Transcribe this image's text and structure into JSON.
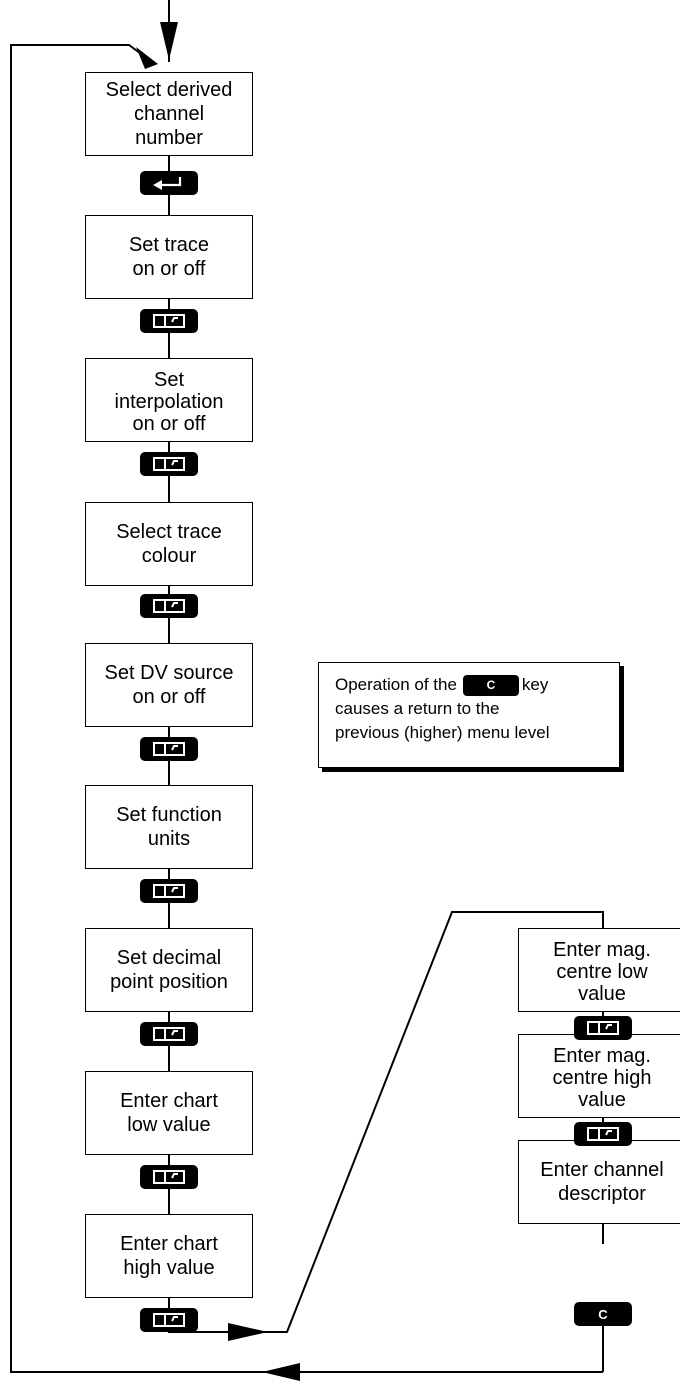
{
  "flow_left": [
    {
      "id": "select-derived-channel",
      "text": "Select derived\nchannel\nnumber",
      "key": "enter"
    },
    {
      "id": "set-trace",
      "text": "Set trace\non or off",
      "key": "page"
    },
    {
      "id": "set-interpolation",
      "text": "Set\ninterpolation\non or off",
      "key": "page"
    },
    {
      "id": "select-trace-colour",
      "text": "Select trace\ncolour",
      "key": "page"
    },
    {
      "id": "set-dv-source",
      "text": "Set DV source\non or off",
      "key": "page"
    },
    {
      "id": "set-function-units",
      "text": "Set function\nunits",
      "key": "page"
    },
    {
      "id": "set-decimal-point",
      "text": "Set decimal\npoint position",
      "key": "page"
    },
    {
      "id": "enter-chart-low",
      "text": "Enter chart\nlow value",
      "key": "page"
    },
    {
      "id": "enter-chart-high",
      "text": "Enter chart\nhigh value",
      "key": "page"
    }
  ],
  "flow_right": [
    {
      "id": "enter-mag-centre-low",
      "text": "Enter mag.\ncentre low\nvalue",
      "key": "page"
    },
    {
      "id": "enter-mag-centre-high",
      "text": "Enter mag.\ncentre high\nvalue",
      "key": "page"
    },
    {
      "id": "enter-channel-descriptor",
      "text": "Enter channel\ndescriptor",
      "key": "clear"
    }
  ],
  "keys": {
    "clear_label": "C"
  },
  "note": {
    "line1_before": "Operation of the",
    "line1_after": "key",
    "line2": "causes a return to the",
    "line3": "previous (higher) menu level"
  }
}
